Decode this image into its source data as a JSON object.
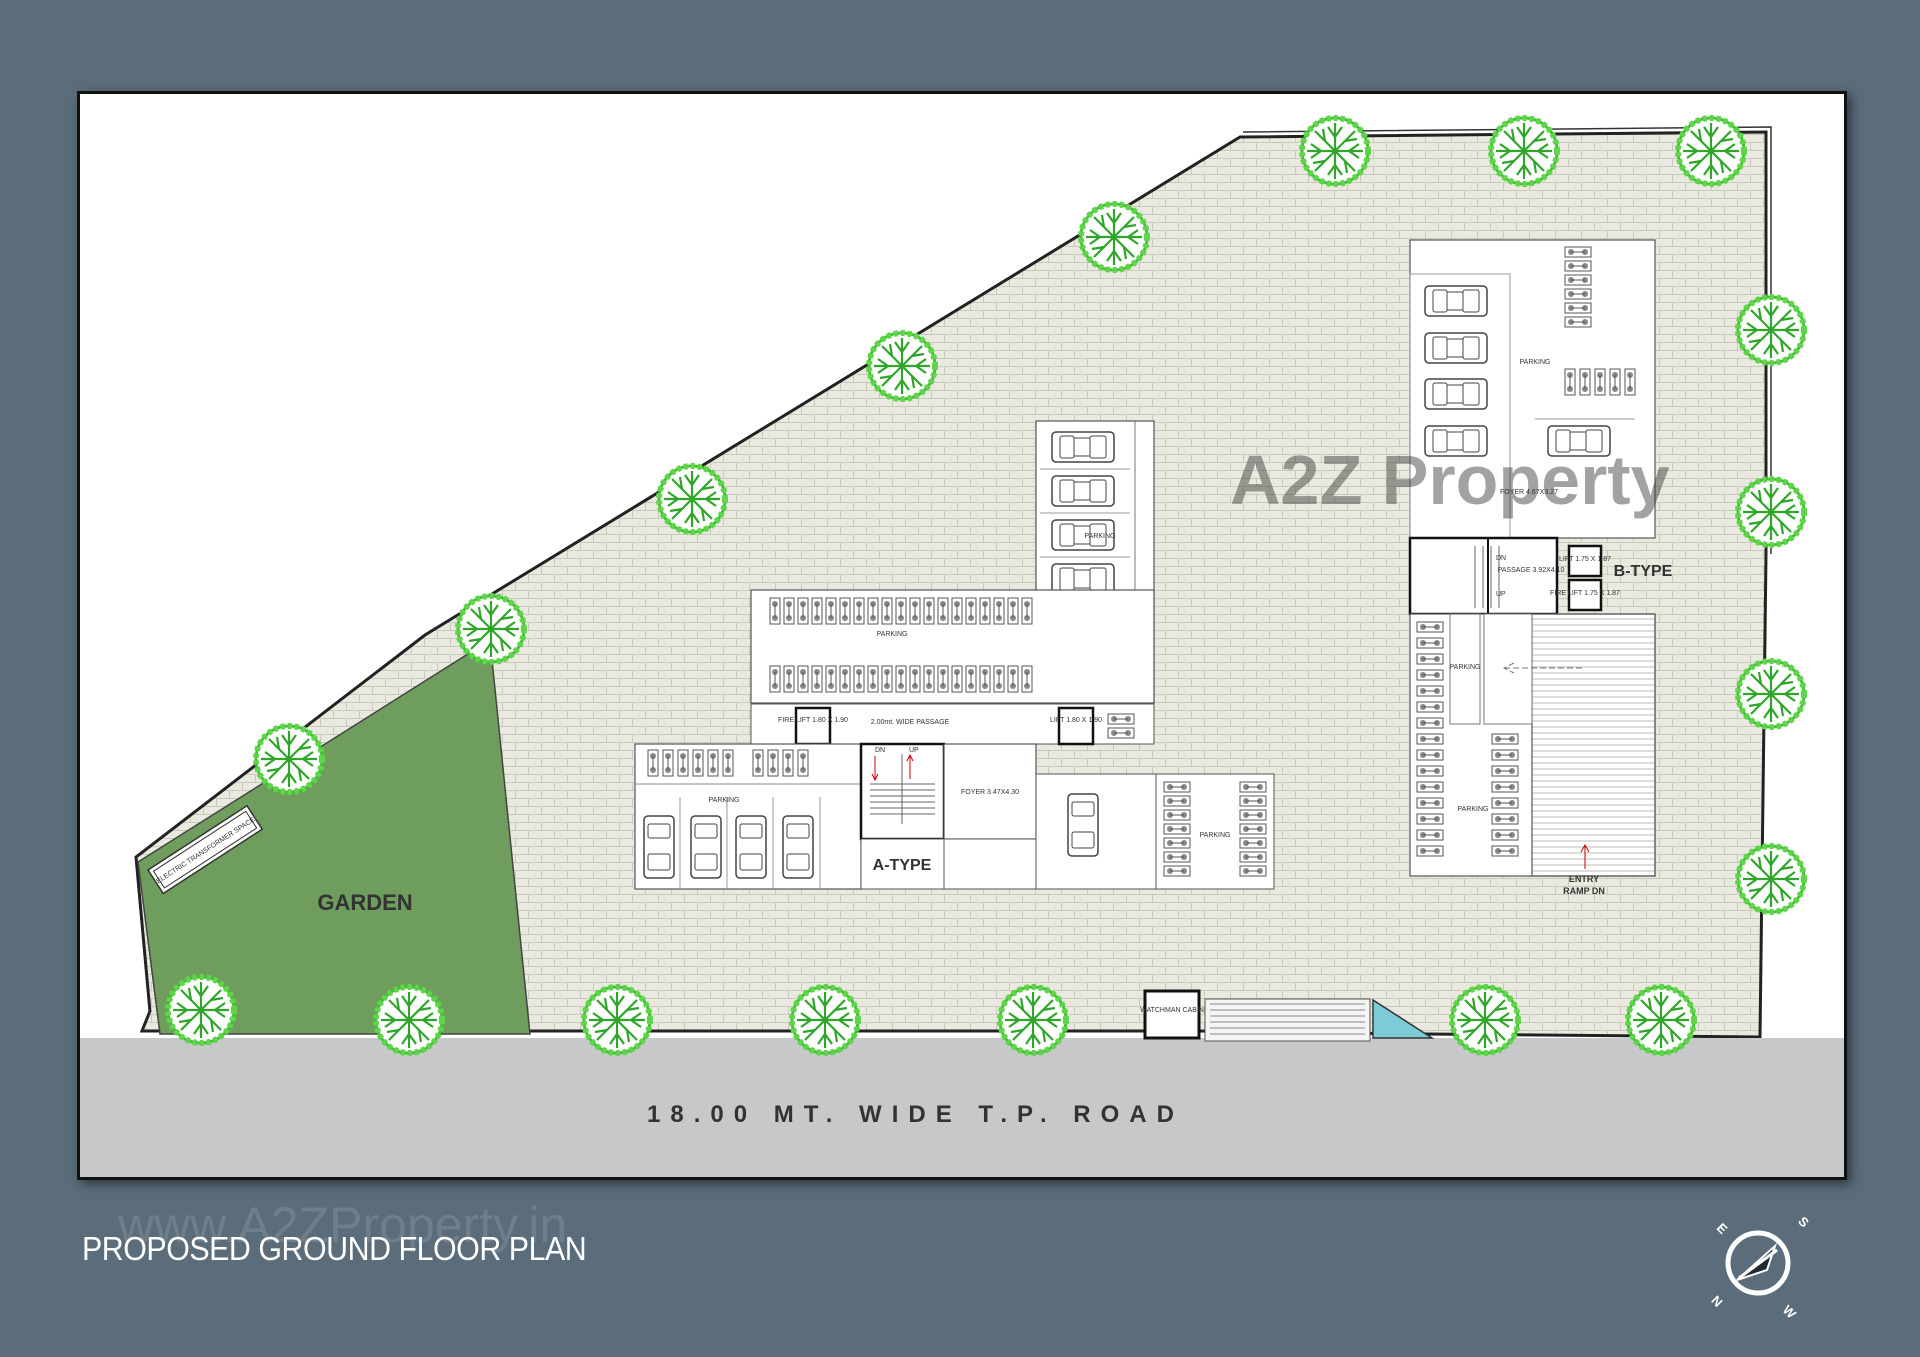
{
  "title": "PROPOSED GROUND FLOOR PLAN",
  "watermark": {
    "logo": "A2Z Property",
    "url": "www.A2ZProperty.in"
  },
  "road_label": "18.00 MT. WIDE T.P. ROAD",
  "garden_label": "GARDEN",
  "transformer_label": "ELECTRIC TRANSFORMER SPACE",
  "watchman_label": "WATCHMAN CABIN",
  "a_type": {
    "label": "A-TYPE",
    "parking": "PARKING",
    "passage": "2.00mt. WIDE PASSAGE",
    "fire_lift": "FIRE LIFT 1.80 X 1.90",
    "lift": "LIFT 1.80 X 1.90",
    "foyer": "FOYER 3.47X4.30",
    "dn": "DN",
    "up": "UP"
  },
  "b_type": {
    "label": "B-TYPE",
    "parking": "PARKING",
    "foyer": "FOYER 4.67X3.27",
    "passage": "PASSAGE 3.92X4.10",
    "lift": "LIFT 1.75 X 1.87",
    "fire_lift": "FIRE LIFT 1.75 X 1.87",
    "dn": "DN",
    "up": "UP",
    "entry": "ENTRY",
    "ramp": "RAMP DN"
  },
  "compass": {
    "n": "N",
    "e": "E",
    "s": "S",
    "w": "W"
  },
  "colors": {
    "background": "#5b6d7a",
    "sheet": "#ffffff",
    "paving": "#e8e8de",
    "garden": "#6e9c5c",
    "road": "#c5c7c9",
    "tree": "#49c43a",
    "entry": "#cc0000"
  }
}
